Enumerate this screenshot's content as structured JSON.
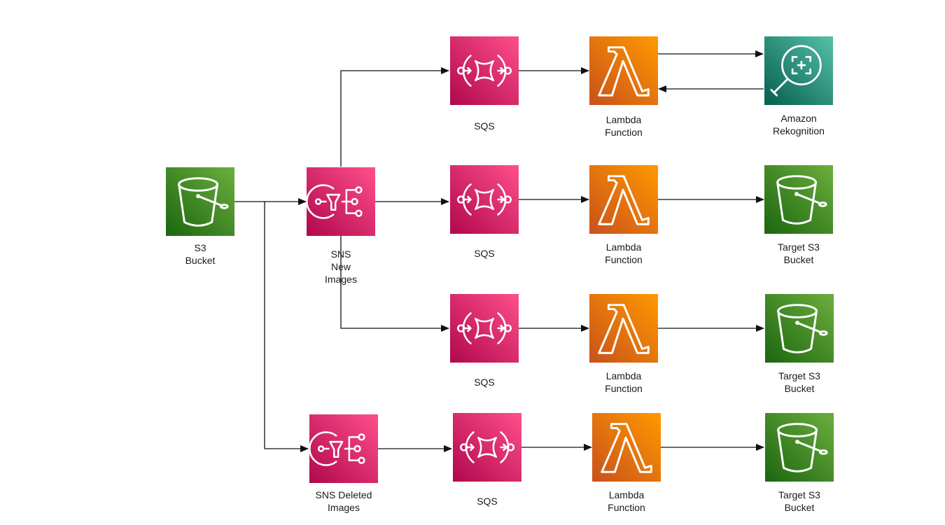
{
  "colors": {
    "s3": "#3f8624",
    "sns_sqs": "#e7157b",
    "lambda": "#ed7100",
    "rekognition": "#01a88d",
    "arrow": "#111111"
  },
  "diagram": {
    "s3_source": {
      "icon": "s3-bucket-icon",
      "label": "S3\nBucket"
    },
    "sns_new": {
      "icon": "sns-topic-icon",
      "label": "SNS\nNew\nImages"
    },
    "sns_deleted": {
      "icon": "sns-topic-icon",
      "label": "SNS Deleted\nImages"
    },
    "sqs_1": {
      "icon": "sqs-queue-icon",
      "label": "SQS"
    },
    "sqs_2": {
      "icon": "sqs-queue-icon",
      "label": "SQS"
    },
    "sqs_3": {
      "icon": "sqs-queue-icon",
      "label": "SQS"
    },
    "sqs_4": {
      "icon": "sqs-queue-icon",
      "label": "SQS"
    },
    "lambda_1": {
      "icon": "lambda-icon",
      "label": "Lambda\nFunction"
    },
    "lambda_2": {
      "icon": "lambda-icon",
      "label": "Lambda\nFunction"
    },
    "lambda_3": {
      "icon": "lambda-icon",
      "label": "Lambda\nFunction"
    },
    "lambda_4": {
      "icon": "lambda-icon",
      "label": "Lambda\nFunction"
    },
    "rekognition": {
      "icon": "rekognition-icon",
      "label": "Amazon\nRekognition"
    },
    "target_s3_1": {
      "icon": "s3-bucket-icon",
      "label": "Target S3\nBucket"
    },
    "target_s3_2": {
      "icon": "s3-bucket-icon",
      "label": "Target S3\nBucket"
    },
    "target_s3_3": {
      "icon": "s3-bucket-icon",
      "label": "Target S3\nBucket"
    }
  }
}
